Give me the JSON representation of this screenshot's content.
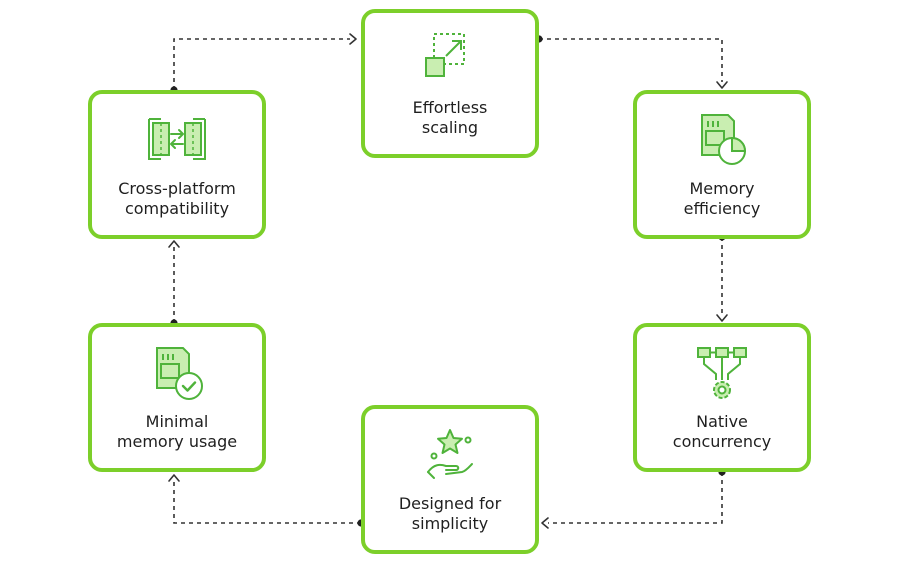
{
  "accent_color": "#7ccf2a",
  "icon_color": "#4fb33b",
  "icon_fill": "#c9eeb1",
  "nodes": [
    {
      "id": "effortless-scaling",
      "label": "Effortless\nscaling",
      "icon": "scale-expand-icon"
    },
    {
      "id": "memory-efficiency",
      "label": "Memory\nefficiency",
      "icon": "memory-pie-chart-icon"
    },
    {
      "id": "native-concurrency",
      "label": "Native\nconcurrency",
      "icon": "concurrency-network-gear-icon"
    },
    {
      "id": "designed-for-simplicity",
      "label": "Designed for\nsimplicity",
      "icon": "star-hand-icon"
    },
    {
      "id": "minimal-memory-usage",
      "label": "Minimal\nmemory usage",
      "icon": "memory-check-icon"
    },
    {
      "id": "cross-platform",
      "label": "Cross-platform\ncompatibility",
      "icon": "cross-platform-devices-icon"
    }
  ]
}
